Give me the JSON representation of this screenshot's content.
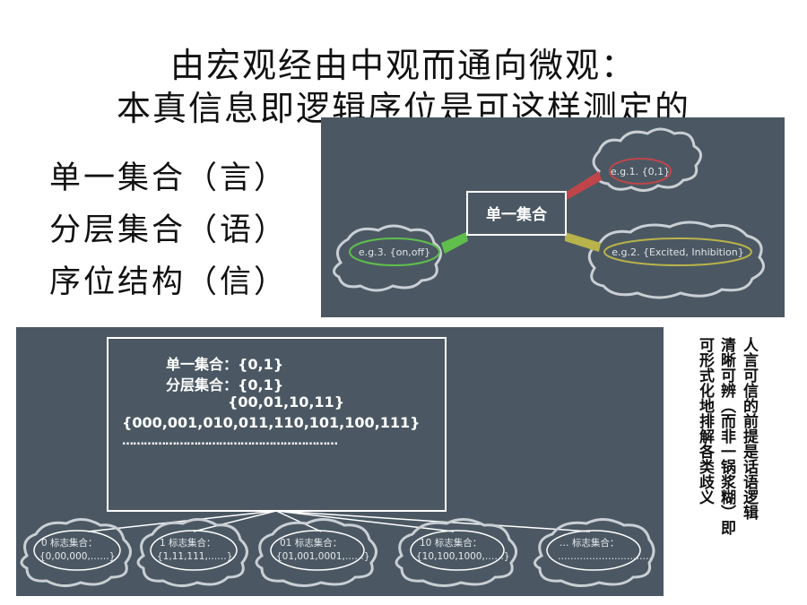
{
  "title": {
    "line1": "由宏观经由中观而通向微观：",
    "line2": "本真信息即逻辑序位是可这样测定的"
  },
  "left_list": [
    "单一集合（言）",
    "分层集合（语）",
    "序位结构（信）"
  ],
  "top_diagram": {
    "center": "单一集合",
    "eg1": "e.g.1. {0,1}",
    "eg2": "e.g.2. {Excited, Inhibition}",
    "eg3": "e.g.3. {on,off}",
    "colors": {
      "red": "#c0454a",
      "green": "#5fbe4c",
      "yellow": "#b8b34a",
      "panel": "#4b5863"
    }
  },
  "bottom_diagram": {
    "line1": "单一集合：{0,1}",
    "line2": "分层集合：{0,1}",
    "line3": "{00,01,10,11}",
    "line4": "{000,001,010,011,110,101,100,111}",
    "line5": "……………………………………………………",
    "clouds": [
      {
        "label": "0 标志集合：",
        "value": "{0,00,000,……}"
      },
      {
        "label": "1 标志集合：",
        "value": "{1,11,111,……}"
      },
      {
        "label": "01 标志集合：",
        "value": "{01,001,0001,……}"
      },
      {
        "label": "10 标志集合：",
        "value": "{10,100,1000,……}"
      },
      {
        "label": "… 标志集合：",
        "value": "…………………………"
      }
    ]
  },
  "side_text": {
    "col1": "人言可信的前提是话语逻辑",
    "col2": "清晰可辨（而非一锅浆糊）即",
    "col3": "可形式化地排解各类歧义"
  }
}
